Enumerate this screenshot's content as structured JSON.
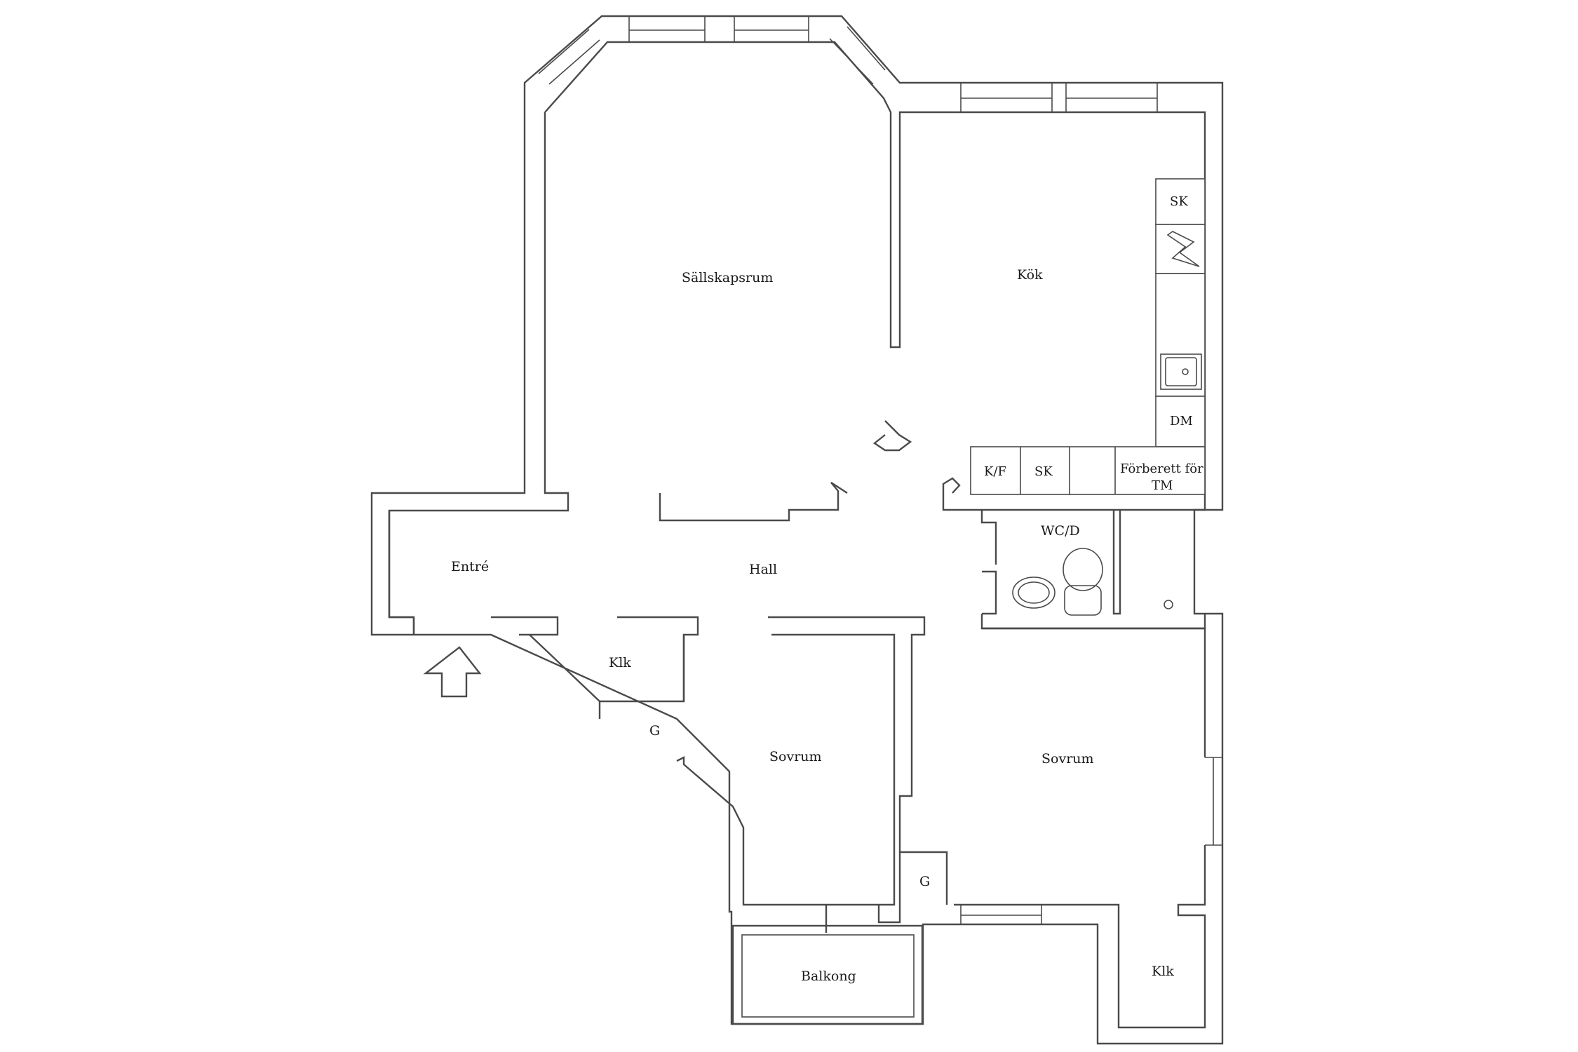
{
  "rooms": {
    "sallskapsrum": "Sällskapsrum",
    "kok": "Kök",
    "entre": "Entré",
    "hall": "Hall",
    "wcd": "WC/D",
    "klk_left": "Klk",
    "g_left": "G",
    "sovrum_left": "Sovrum",
    "sovrum_right": "Sovrum",
    "g_right": "G",
    "balkong": "Balkong",
    "klk_right": "Klk"
  },
  "kitchen": {
    "sk_top": "SK",
    "dm": "DM",
    "kf": "K/F",
    "sk_bottom": "SK",
    "tm_line1": "Förberett för",
    "tm_line2": "TM"
  },
  "icons": {
    "entrance": "entrance-arrow-icon",
    "stove": "stove-icon",
    "sink": "sink-icon",
    "washbasin": "washbasin-icon",
    "toilet": "toilet-icon",
    "tap": "tap-icon"
  }
}
